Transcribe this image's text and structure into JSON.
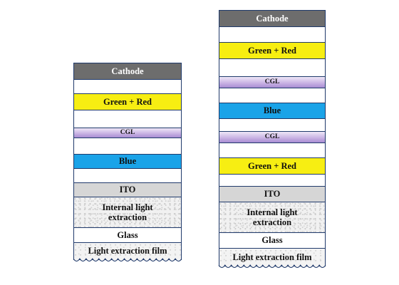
{
  "stacks": [
    {
      "name": "left-stack",
      "layers": [
        {
          "label": "Cathode",
          "type": "cathode"
        },
        {
          "label": "",
          "type": "empty"
        },
        {
          "label": "Green + Red",
          "type": "yellow"
        },
        {
          "label": "",
          "type": "empty"
        },
        {
          "label": "CGL",
          "type": "cgl"
        },
        {
          "label": "",
          "type": "empty"
        },
        {
          "label": "Blue",
          "type": "blue"
        },
        {
          "label": "",
          "type": "empty"
        },
        {
          "label": "ITO",
          "type": "ito"
        },
        {
          "label": "Internal light extraction",
          "type": "extract"
        },
        {
          "label": "Glass",
          "type": "glass"
        },
        {
          "label": "Light extraction film",
          "type": "film"
        }
      ]
    },
    {
      "name": "right-stack",
      "layers": [
        {
          "label": "Cathode",
          "type": "cathode"
        },
        {
          "label": "",
          "type": "empty"
        },
        {
          "label": "Green + Red",
          "type": "yellow"
        },
        {
          "label": "",
          "type": "empty"
        },
        {
          "label": "CGL",
          "type": "cgl"
        },
        {
          "label": "",
          "type": "empty"
        },
        {
          "label": "Blue",
          "type": "blue"
        },
        {
          "label": "",
          "type": "empty"
        },
        {
          "label": "CGL",
          "type": "cgl"
        },
        {
          "label": "",
          "type": "empty"
        },
        {
          "label": "Green + Red",
          "type": "yellow"
        },
        {
          "label": "",
          "type": "empty"
        },
        {
          "label": "ITO",
          "type": "ito"
        },
        {
          "label": "Internal light extraction",
          "type": "extract"
        },
        {
          "label": "Glass",
          "type": "glass"
        },
        {
          "label": "Light extraction film",
          "type": "film"
        }
      ]
    }
  ]
}
